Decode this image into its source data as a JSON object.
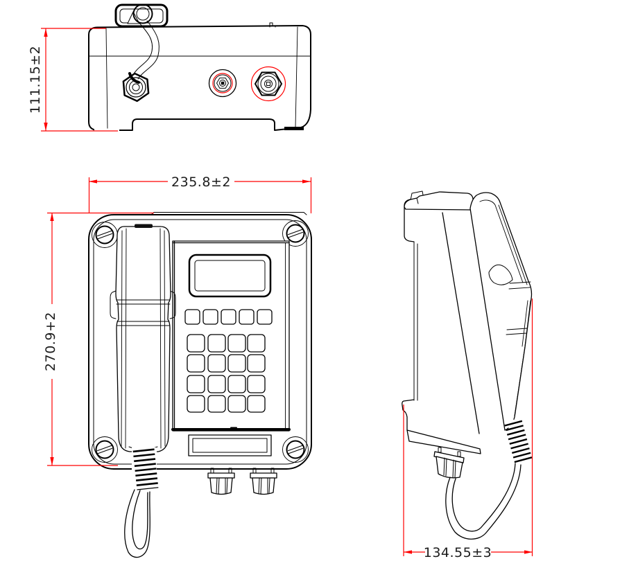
{
  "drawing": {
    "views": {
      "top": {
        "height_dim": "111.15±2"
      },
      "front": {
        "width_dim": "235.8±2",
        "height_dim": "270.9+2"
      },
      "side": {
        "depth_dim": "134.55±3"
      }
    },
    "keypad": {
      "function_keys": 5,
      "grid_rows": 4,
      "grid_cols": 4
    },
    "colors": {
      "dimension_line": "#ff0000",
      "drawing_line": "#000000",
      "background": "#ffffff"
    }
  }
}
